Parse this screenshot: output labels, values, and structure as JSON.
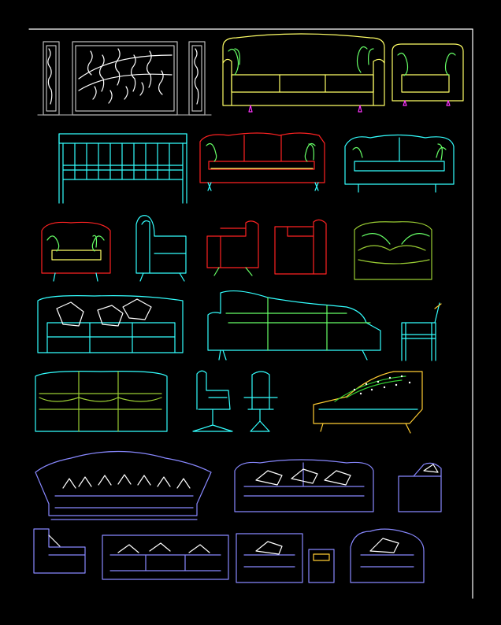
{
  "drawing": {
    "background": "#000000",
    "frame_color": "#ffffff",
    "palette": {
      "yellow": "#ffff66",
      "cyan": "#33ffff",
      "green": "#66ff66",
      "red": "#ff2222",
      "magenta": "#ff33ff",
      "blue": "#8888ff",
      "gray": "#bbbbbb",
      "orange": "#ffcc33"
    },
    "blocks": [
      "room-divider-screen",
      "three-seat-sofa-front-yellow",
      "armchair-front-yellow",
      "bench-railing",
      "three-seat-sofa-front-red",
      "sofa-front-cyan",
      "armchair-front-red",
      "armchair-side-cyan",
      "armchair-side-red",
      "armchair-back-red",
      "armchair-front-green",
      "sofa-with-cushions-cyan",
      "chaise-longue-cyan",
      "side-chair-cyan",
      "sofa-green-cyan",
      "office-chair-side",
      "office-chair-front",
      "chaise-longue-speckled",
      "sofa-tufted-blue",
      "sofa-rolled-arm-blue",
      "armchair-side-blue",
      "armchair-side-small-blue",
      "sofa-low-blue",
      "armchair-low-blue",
      "side-table-blue",
      "armchair-round-blue"
    ]
  }
}
